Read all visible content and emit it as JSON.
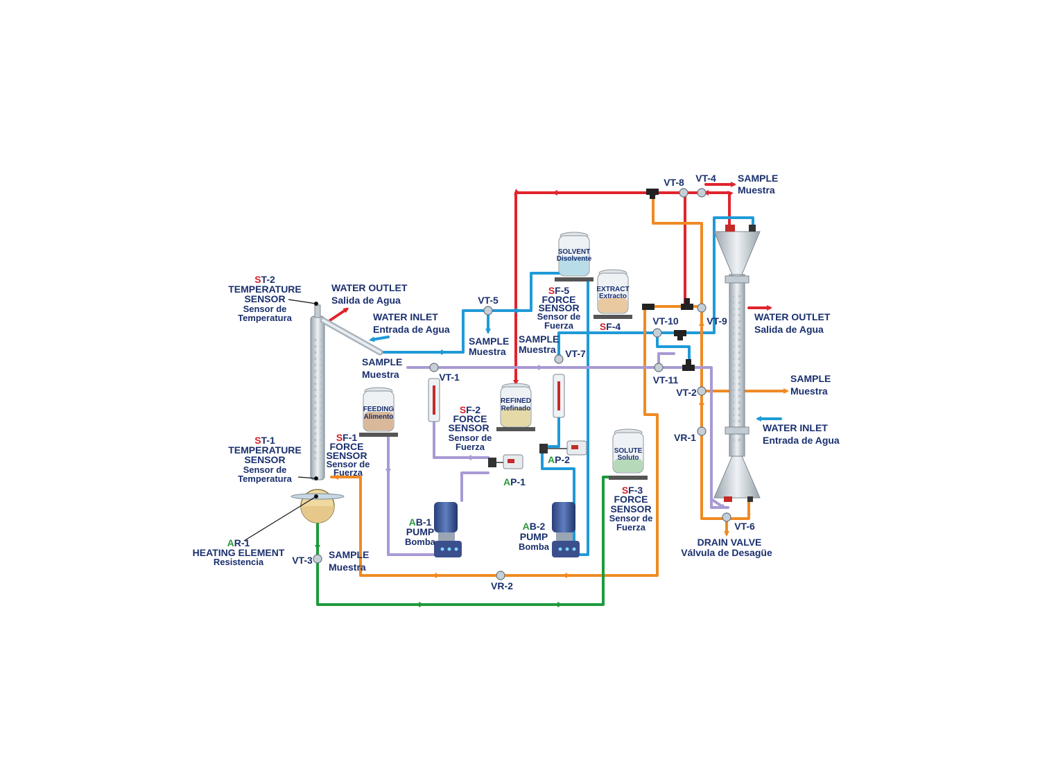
{
  "components": {
    "st2": {
      "tag_prefix": "S",
      "tag_rest": "T-2",
      "l1": "TEMPERATURE",
      "l2": "SENSOR",
      "l3": "Sensor de",
      "l4": "Temperatura"
    },
    "st1": {
      "tag_prefix": "S",
      "tag_rest": "T-1",
      "l1": "TEMPERATURE",
      "l2": "SENSOR",
      "l3": "Sensor de",
      "l4": "Temperatura"
    },
    "ar1": {
      "tag_prefix": "A",
      "tag_rest": "R-1",
      "l1": "HEATING ELEMENT",
      "l2": "Resistencia"
    },
    "sf1": {
      "tag_prefix": "S",
      "tag_rest": "F-1",
      "l1": "FORCE",
      "l2": "SENSOR",
      "l3": "Sensor de",
      "l4": "Fuerza"
    },
    "sf2": {
      "tag_prefix": "S",
      "tag_rest": "F-2",
      "l1": "FORCE",
      "l2": "SENSOR",
      "l3": "Sensor de",
      "l4": "Fuerza"
    },
    "sf3": {
      "tag_prefix": "S",
      "tag_rest": "F-3",
      "l1": "FORCE",
      "l2": "SENSOR",
      "l3": "Sensor de",
      "l4": "Fuerza"
    },
    "sf4": {
      "tag_prefix": "S",
      "tag_rest": "F-4"
    },
    "sf5": {
      "tag_prefix": "S",
      "tag_rest": "F-5",
      "l1": "FORCE",
      "l2": "SENSOR",
      "l3": "Sensor de",
      "l4": "Fuerza"
    },
    "ab1": {
      "tag_prefix": "A",
      "tag_rest": "B-1",
      "l1": "PUMP",
      "l2": "Bomba"
    },
    "ab2": {
      "tag_prefix": "A",
      "tag_rest": "B-2",
      "l1": "PUMP",
      "l2": "Bomba"
    },
    "ap1": {
      "tag_prefix": "A",
      "tag_rest": "P-1"
    },
    "ap2": {
      "tag_prefix": "A",
      "tag_rest": "P-2"
    }
  },
  "tanks": {
    "feeding": {
      "l1": "FEEDING",
      "l2": "Alimento",
      "color": "#d9b99a"
    },
    "refined": {
      "l1": "REFINED",
      "l2": "Refinado",
      "color": "#e6d9a8"
    },
    "solvent": {
      "l1": "SOLVENT",
      "l2": "Disolvente",
      "color": "#b9dde8"
    },
    "extract": {
      "l1": "EXTRACT",
      "l2": "Extracto",
      "color": "#e9c9a0"
    },
    "solute": {
      "l1": "SOLUTE",
      "l2": "Soluto",
      "color": "#b6d9b9"
    }
  },
  "valves": {
    "vt1": "VT-1",
    "vt2": "VT-2",
    "vt3": "VT-3",
    "vt4": "VT-4",
    "vt5": "VT-5",
    "vt6": "VT-6",
    "vt7": "VT-7",
    "vt8": "VT-8",
    "vt9": "VT-9",
    "vt10": "VT-10",
    "vt11": "VT-11",
    "vr1": "VR-1",
    "vr2": "VR-2"
  },
  "io": {
    "water_outlet_left": {
      "l1": "WATER OUTLET",
      "l2": "Salida de Agua"
    },
    "water_inlet_left": {
      "l1": "WATER INLET",
      "l2": "Entrada de Agua"
    },
    "water_outlet_right": {
      "l1": "WATER OUTLET",
      "l2": "Salida de Agua"
    },
    "water_inlet_right": {
      "l1": "WATER INLET",
      "l2": "Entrada de Agua"
    },
    "drain": {
      "l1": "DRAIN VALVE",
      "l2": "Válvula de Desagüe"
    },
    "sample_vt4": {
      "l1": "SAMPLE",
      "l2": "Muestra"
    },
    "sample_vt5": {
      "l1": "SAMPLE",
      "l2": "Muestra"
    },
    "sample_vt7": {
      "l1": "SAMPLE",
      "l2": "Muestra"
    },
    "sample_vt1": {
      "l1": "SAMPLE",
      "l2": "Muestra"
    },
    "sample_vt2": {
      "l1": "SAMPLE",
      "l2": "Muestra"
    },
    "sample_vt3": {
      "l1": "SAMPLE",
      "l2": "Muestra"
    }
  },
  "colors": {
    "hot_line": "#e0242c",
    "cold_line": "#1f9ad8",
    "extract_line": "#f08a24",
    "solute_line": "#1e9a3c",
    "feed_line": "#a89ad4",
    "label_text": "#1a2f6e"
  }
}
